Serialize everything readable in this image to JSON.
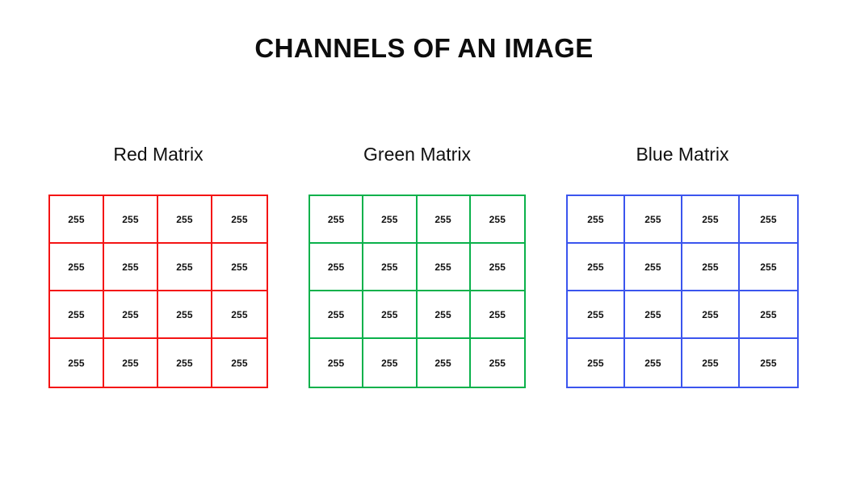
{
  "page": {
    "title": "CHANNELS OF AN IMAGE",
    "background_color": "#ffffff",
    "text_color": "#111111"
  },
  "matrices": [
    {
      "id": "red",
      "label": "Red Matrix",
      "accent_color": "#f41414",
      "rows": 4,
      "cols": 4,
      "values": [
        [
          "255",
          "255",
          "255",
          "255"
        ],
        [
          "255",
          "255",
          "255",
          "255"
        ],
        [
          "255",
          "255",
          "255",
          "255"
        ],
        [
          "255",
          "255",
          "255",
          "255"
        ]
      ]
    },
    {
      "id": "green",
      "label": "Green Matrix",
      "accent_color": "#0ab14b",
      "rows": 4,
      "cols": 4,
      "values": [
        [
          "255",
          "255",
          "255",
          "255"
        ],
        [
          "255",
          "255",
          "255",
          "255"
        ],
        [
          "255",
          "255",
          "255",
          "255"
        ],
        [
          "255",
          "255",
          "255",
          "255"
        ]
      ]
    },
    {
      "id": "blue",
      "label": "Blue Matrix",
      "accent_color": "#3b55ee",
      "rows": 4,
      "cols": 4,
      "values": [
        [
          "255",
          "255",
          "255",
          "255"
        ],
        [
          "255",
          "255",
          "255",
          "255"
        ],
        [
          "255",
          "255",
          "255",
          "255"
        ],
        [
          "255",
          "255",
          "255",
          "255"
        ]
      ]
    }
  ]
}
